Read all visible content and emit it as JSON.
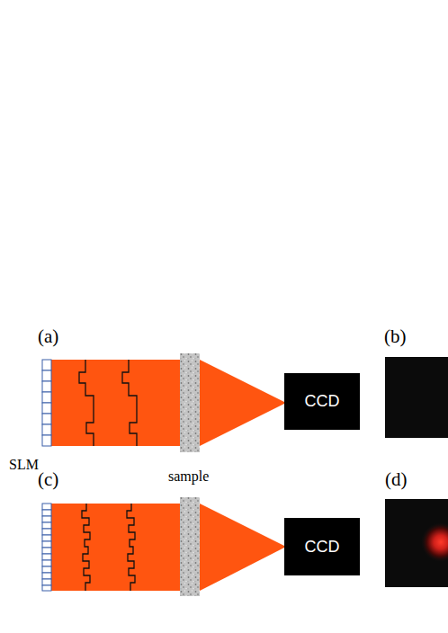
{
  "diagram": {
    "nodes": [
      {
        "text": [
          "CCD"
        ]
      },
      {
        "text": [
          "CCD"
        ]
      }
    ],
    "labels": [
      "(a)",
      "(b)",
      "SLM",
      "(c)",
      "sample",
      "(d)"
    ]
  }
}
